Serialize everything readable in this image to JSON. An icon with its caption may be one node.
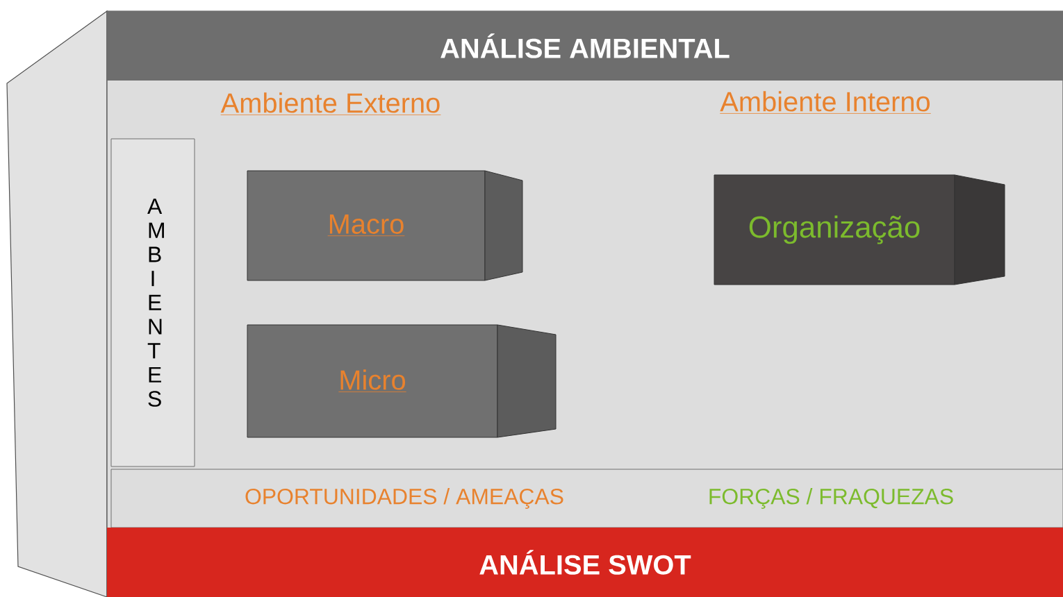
{
  "diagram": {
    "nodes": [
      {
        "text": [],
        "shape": "box"
      },
      {
        "text": [],
        "shape": "box"
      },
      {
        "text": [
          "ANÁLISE AMBIENTAL"
        ],
        "in": 1
      },
      {
        "text": [
          "A M B I E N T E S"
        ],
        "in": 1
      },
      {
        "text": [
          "Macro"
        ],
        "in": 1
      },
      {
        "text": [
          "Organização"
        ],
        "in": 1
      },
      {
        "text": [
          "Micro"
        ],
        "in": 1
      },
      {
        "text": [
          "OPORTUNIDADES / AMEAÇAS",
          "FORÇAS / FRAQUEZAS"
        ],
        "in": 1
      },
      {
        "text": [
          "ANÁLISE SWOT"
        ],
        "in": 1
      }
    ],
    "labels": [
      "Ambiente Externo",
      "Ambiente Interno"
    ]
  }
}
